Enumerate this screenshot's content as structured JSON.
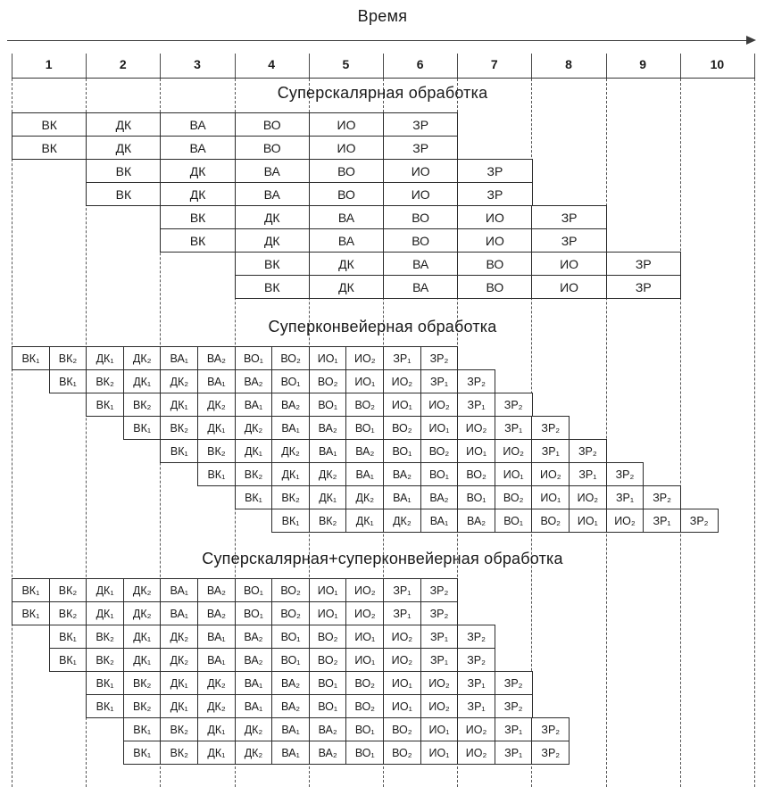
{
  "title": "Время",
  "time_axis": {
    "labels": [
      "1",
      "2",
      "3",
      "4",
      "5",
      "6",
      "7",
      "8",
      "9",
      "10"
    ],
    "units_total": 10
  },
  "sections": [
    {
      "title": "Суперскалярная обработка",
      "stage_duration_units": 1,
      "stages": [
        "ВК",
        "ДК",
        "ВА",
        "ВО",
        "ИО",
        "ЗР"
      ],
      "row_start_offsets_units": [
        0,
        0,
        1,
        1,
        2,
        2,
        3,
        3
      ]
    },
    {
      "title": "Суперконвейерная обработка",
      "stage_duration_units": 0.5,
      "stages": [
        "ВК₁",
        "ВК₂",
        "ДК₁",
        "ДК₂",
        "ВА₁",
        "ВА₂",
        "ВО₁",
        "ВО₂",
        "ИО₁",
        "ИО₂",
        "ЗР₁",
        "ЗР₂"
      ],
      "row_start_offsets_units": [
        0,
        0.5,
        1,
        1.5,
        2,
        2.5,
        3,
        3.5
      ]
    },
    {
      "title": "Суперскалярная+суперконвейерная обработка",
      "stage_duration_units": 0.5,
      "stages": [
        "ВК₁",
        "ВК₂",
        "ДК₁",
        "ДК₂",
        "ВА₁",
        "ВА₂",
        "ВО₁",
        "ВО₂",
        "ИО₁",
        "ИО₂",
        "ЗР₁",
        "ЗР₂"
      ],
      "row_start_offsets_units": [
        0,
        0,
        0.5,
        0.5,
        1,
        1,
        1.5,
        1.5
      ]
    }
  ],
  "colors": {
    "background": "#ffffff",
    "border": "#2b2b2b",
    "grid": "#565656",
    "text": "#1a1a1a"
  }
}
